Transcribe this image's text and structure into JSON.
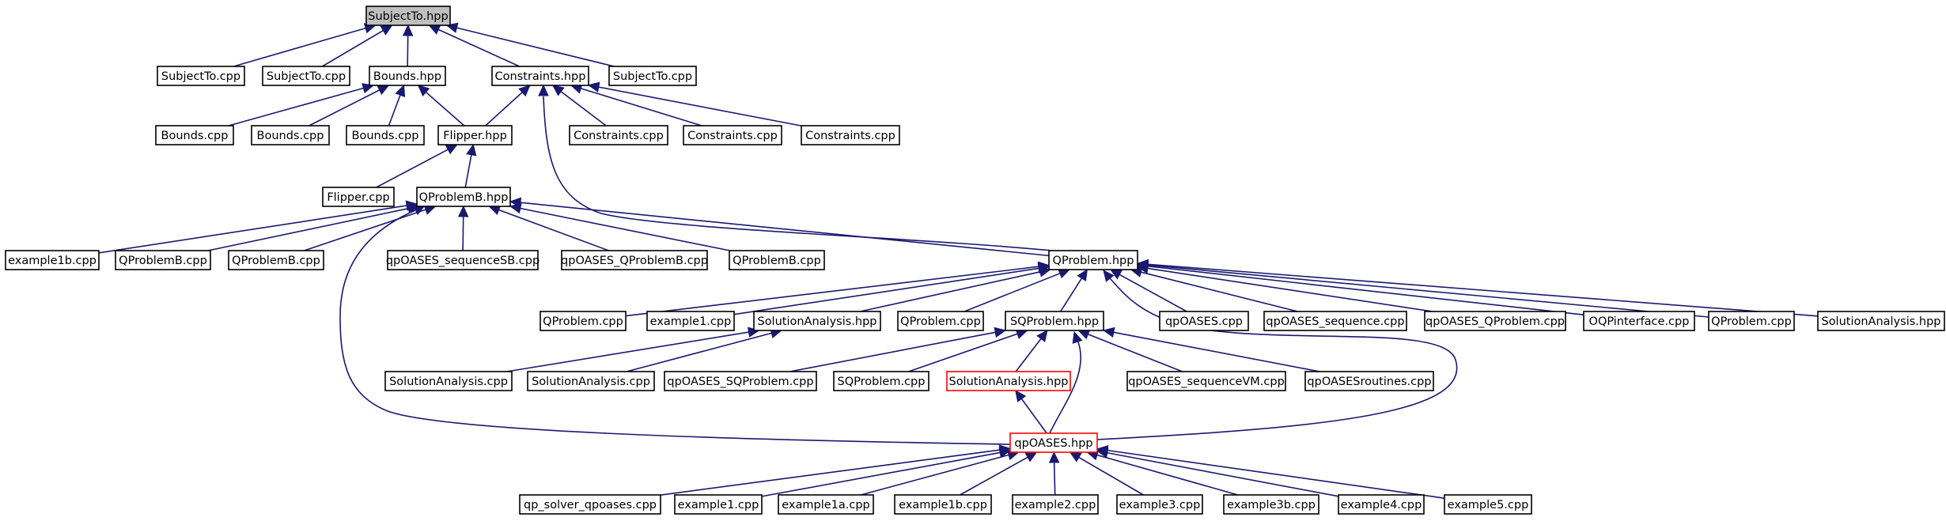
{
  "diagram": {
    "nodes": [
      {
        "id": "n_subjectto_hpp",
        "label": "SubjectTo.hpp",
        "style": "root"
      },
      {
        "id": "n_subjectto_cpp_1",
        "label": "SubjectTo.cpp"
      },
      {
        "id": "n_subjectto_cpp_2",
        "label": "SubjectTo.cpp"
      },
      {
        "id": "n_bounds_hpp",
        "label": "Bounds.hpp"
      },
      {
        "id": "n_constraints_hpp",
        "label": "Constraints.hpp"
      },
      {
        "id": "n_subjectto_cpp_3",
        "label": "SubjectTo.cpp"
      },
      {
        "id": "n_bounds_cpp_1",
        "label": "Bounds.cpp"
      },
      {
        "id": "n_bounds_cpp_2",
        "label": "Bounds.cpp"
      },
      {
        "id": "n_bounds_cpp_3",
        "label": "Bounds.cpp"
      },
      {
        "id": "n_flipper_hpp",
        "label": "Flipper.hpp"
      },
      {
        "id": "n_constraints_cpp_1",
        "label": "Constraints.cpp"
      },
      {
        "id": "n_constraints_cpp_2",
        "label": "Constraints.cpp"
      },
      {
        "id": "n_constraints_cpp_3",
        "label": "Constraints.cpp"
      },
      {
        "id": "n_flipper_cpp",
        "label": "Flipper.cpp"
      },
      {
        "id": "n_qproblemb_hpp",
        "label": "QProblemB.hpp"
      },
      {
        "id": "n_example1b_cpp_1",
        "label": "example1b.cpp"
      },
      {
        "id": "n_qproblemb_cpp_1",
        "label": "QProblemB.cpp"
      },
      {
        "id": "n_qproblemb_cpp_2",
        "label": "QProblemB.cpp"
      },
      {
        "id": "n_sequencesb_cpp",
        "label": "qpOASES_sequenceSB.cpp"
      },
      {
        "id": "n_qpoases_qproblemb_cpp",
        "label": "qpOASES_QProblemB.cpp"
      },
      {
        "id": "n_qproblemb_cpp_3",
        "label": "QProblemB.cpp"
      },
      {
        "id": "n_qproblem_hpp",
        "label": "QProblem.hpp"
      },
      {
        "id": "n_qproblem_cpp_1",
        "label": "QProblem.cpp"
      },
      {
        "id": "n_example1_cpp_1",
        "label": "example1.cpp"
      },
      {
        "id": "n_solutionanalysis_hpp_1",
        "label": "SolutionAnalysis.hpp"
      },
      {
        "id": "n_qproblem_cpp_2",
        "label": "QProblem.cpp"
      },
      {
        "id": "n_sqproblem_hpp",
        "label": "SQProblem.hpp"
      },
      {
        "id": "n_qpoases_cpp",
        "label": "qpOASES.cpp"
      },
      {
        "id": "n_qpoases_sequence_cpp",
        "label": "qpOASES_sequence.cpp"
      },
      {
        "id": "n_qpoases_qproblem_cpp",
        "label": "qpOASES_QProblem.cpp"
      },
      {
        "id": "n_oqpinterface_cpp",
        "label": "OQPinterface.cpp"
      },
      {
        "id": "n_qproblem_cpp_3",
        "label": "QProblem.cpp"
      },
      {
        "id": "n_solutionanalysis_hpp_2",
        "label": "SolutionAnalysis.hpp"
      },
      {
        "id": "n_solutionanalysis_cpp_1",
        "label": "SolutionAnalysis.cpp"
      },
      {
        "id": "n_solutionanalysis_cpp_2",
        "label": "SolutionAnalysis.cpp"
      },
      {
        "id": "n_qpoases_sqproblem_cpp",
        "label": "qpOASES_SQProblem.cpp"
      },
      {
        "id": "n_sqproblem_cpp",
        "label": "SQProblem.cpp"
      },
      {
        "id": "n_solutionanalysis_hpp_red",
        "label": "SolutionAnalysis.hpp",
        "style": "red"
      },
      {
        "id": "n_sequencevm_cpp",
        "label": "qpOASES_sequenceVM.cpp"
      },
      {
        "id": "n_qpoasesroutines_cpp",
        "label": "qpOASESroutines.cpp"
      },
      {
        "id": "n_qpoases_hpp",
        "label": "qpOASES.hpp",
        "style": "red"
      },
      {
        "id": "n_qp_solver_qpoases_cpp",
        "label": "qp_solver_qpoases.cpp"
      },
      {
        "id": "n_example1_cpp_2",
        "label": "example1.cpp"
      },
      {
        "id": "n_example1a_cpp",
        "label": "example1a.cpp"
      },
      {
        "id": "n_example1b_cpp_2",
        "label": "example1b.cpp"
      },
      {
        "id": "n_example2_cpp",
        "label": "example2.cpp"
      },
      {
        "id": "n_example3_cpp",
        "label": "example3.cpp"
      },
      {
        "id": "n_example3b_cpp",
        "label": "example3b.cpp"
      },
      {
        "id": "n_example4_cpp",
        "label": "example4.cpp"
      },
      {
        "id": "n_example5_cpp",
        "label": "example5.cpp"
      }
    ],
    "edges": [
      {
        "from": "n_subjectto_cpp_1",
        "to": "n_subjectto_hpp"
      },
      {
        "from": "n_subjectto_cpp_2",
        "to": "n_subjectto_hpp"
      },
      {
        "from": "n_bounds_hpp",
        "to": "n_subjectto_hpp"
      },
      {
        "from": "n_constraints_hpp",
        "to": "n_subjectto_hpp"
      },
      {
        "from": "n_subjectto_cpp_3",
        "to": "n_subjectto_hpp"
      },
      {
        "from": "n_bounds_cpp_1",
        "to": "n_bounds_hpp"
      },
      {
        "from": "n_bounds_cpp_2",
        "to": "n_bounds_hpp"
      },
      {
        "from": "n_bounds_cpp_3",
        "to": "n_bounds_hpp"
      },
      {
        "from": "n_flipper_hpp",
        "to": "n_bounds_hpp"
      },
      {
        "from": "n_flipper_hpp",
        "to": "n_constraints_hpp"
      },
      {
        "from": "n_constraints_cpp_1",
        "to": "n_constraints_hpp"
      },
      {
        "from": "n_constraints_cpp_2",
        "to": "n_constraints_hpp"
      },
      {
        "from": "n_constraints_cpp_3",
        "to": "n_constraints_hpp"
      },
      {
        "from": "n_qproblem_hpp",
        "to": "n_constraints_hpp"
      },
      {
        "from": "n_flipper_cpp",
        "to": "n_flipper_hpp"
      },
      {
        "from": "n_qproblemb_hpp",
        "to": "n_flipper_hpp"
      },
      {
        "from": "n_example1b_cpp_1",
        "to": "n_qproblemb_hpp"
      },
      {
        "from": "n_qproblemb_cpp_1",
        "to": "n_qproblemb_hpp"
      },
      {
        "from": "n_qproblemb_cpp_2",
        "to": "n_qproblemb_hpp"
      },
      {
        "from": "n_sequencesb_cpp",
        "to": "n_qproblemb_hpp"
      },
      {
        "from": "n_qpoases_qproblemb_cpp",
        "to": "n_qproblemb_hpp"
      },
      {
        "from": "n_qproblemb_cpp_3",
        "to": "n_qproblemb_hpp"
      },
      {
        "from": "n_qproblem_hpp",
        "to": "n_qproblemb_hpp"
      },
      {
        "from": "n_qpoases_hpp",
        "to": "n_qproblemb_hpp"
      },
      {
        "from": "n_qproblem_cpp_1",
        "to": "n_qproblem_hpp"
      },
      {
        "from": "n_example1_cpp_1",
        "to": "n_qproblem_hpp"
      },
      {
        "from": "n_solutionanalysis_hpp_1",
        "to": "n_qproblem_hpp"
      },
      {
        "from": "n_qproblem_cpp_2",
        "to": "n_qproblem_hpp"
      },
      {
        "from": "n_sqproblem_hpp",
        "to": "n_qproblem_hpp"
      },
      {
        "from": "n_qpoases_cpp",
        "to": "n_qproblem_hpp"
      },
      {
        "from": "n_qpoases_sequence_cpp",
        "to": "n_qproblem_hpp"
      },
      {
        "from": "n_qpoases_qproblem_cpp",
        "to": "n_qproblem_hpp"
      },
      {
        "from": "n_oqpinterface_cpp",
        "to": "n_qproblem_hpp"
      },
      {
        "from": "n_qproblem_cpp_3",
        "to": "n_qproblem_hpp"
      },
      {
        "from": "n_solutionanalysis_hpp_2",
        "to": "n_qproblem_hpp"
      },
      {
        "from": "n_qpoases_hpp",
        "to": "n_qproblem_hpp"
      },
      {
        "from": "n_solutionanalysis_cpp_1",
        "to": "n_solutionanalysis_hpp_1"
      },
      {
        "from": "n_solutionanalysis_cpp_2",
        "to": "n_solutionanalysis_hpp_1"
      },
      {
        "from": "n_qpoases_sqproblem_cpp",
        "to": "n_sqproblem_hpp"
      },
      {
        "from": "n_sqproblem_cpp",
        "to": "n_sqproblem_hpp"
      },
      {
        "from": "n_solutionanalysis_hpp_red",
        "to": "n_sqproblem_hpp"
      },
      {
        "from": "n_sequencevm_cpp",
        "to": "n_sqproblem_hpp"
      },
      {
        "from": "n_qpoasesroutines_cpp",
        "to": "n_sqproblem_hpp"
      },
      {
        "from": "n_qpoases_hpp",
        "to": "n_sqproblem_hpp"
      },
      {
        "from": "n_qpoases_hpp",
        "to": "n_solutionanalysis_hpp_red"
      },
      {
        "from": "n_qp_solver_qpoases_cpp",
        "to": "n_qpoases_hpp"
      },
      {
        "from": "n_example1_cpp_2",
        "to": "n_qpoases_hpp"
      },
      {
        "from": "n_example1a_cpp",
        "to": "n_qpoases_hpp"
      },
      {
        "from": "n_example1b_cpp_2",
        "to": "n_qpoases_hpp"
      },
      {
        "from": "n_example2_cpp",
        "to": "n_qpoases_hpp"
      },
      {
        "from": "n_example3_cpp",
        "to": "n_qpoases_hpp"
      },
      {
        "from": "n_example3b_cpp",
        "to": "n_qpoases_hpp"
      },
      {
        "from": "n_example4_cpp",
        "to": "n_qpoases_hpp"
      },
      {
        "from": "n_example5_cpp",
        "to": "n_qpoases_hpp"
      }
    ]
  },
  "colors": {
    "edge": "#191970",
    "root_fill": "#bfbfbf",
    "highlight_border": "#ff0000",
    "node_border": "#000000",
    "background": "#ffffff"
  }
}
